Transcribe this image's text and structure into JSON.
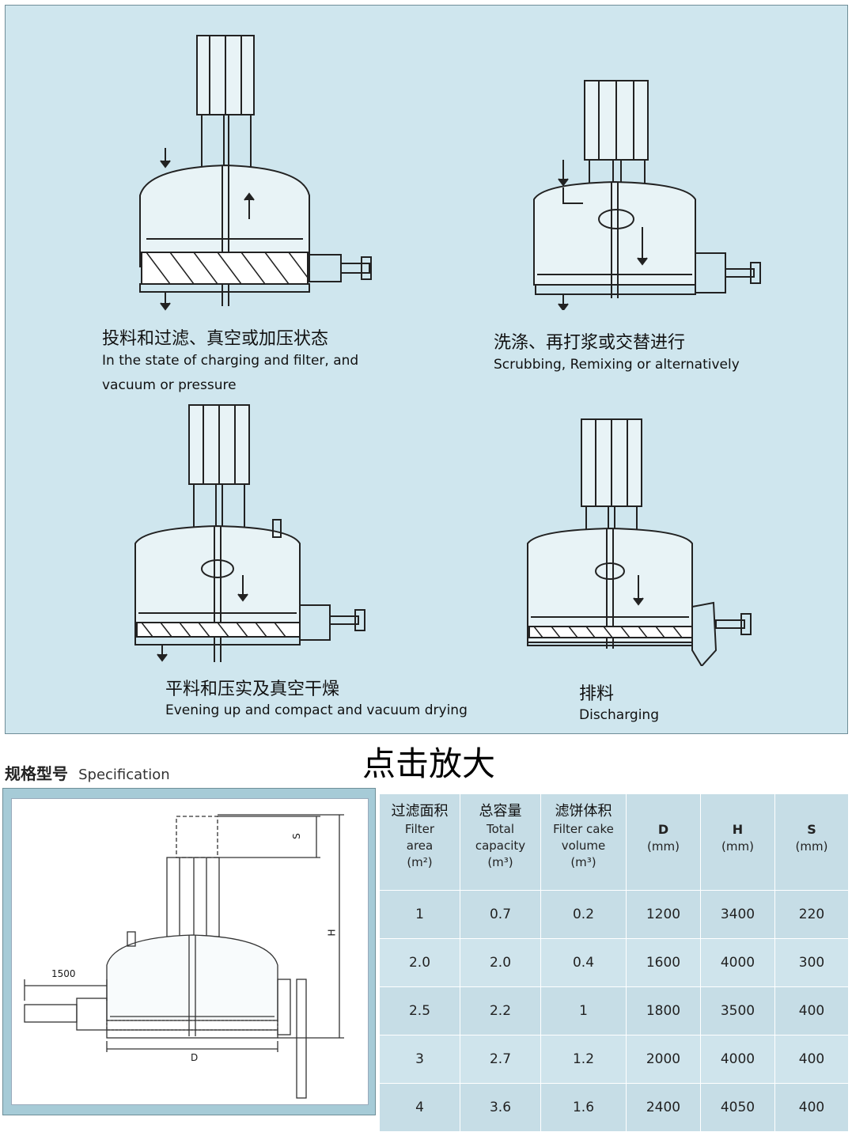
{
  "stages": [
    {
      "zh": "投料和过滤、真空或加压状态",
      "en": "In the state of charging and filter, and vacuum or pressure"
    },
    {
      "zh": "洗涤、再打浆或交替进行",
      "en": "Scrubbing, Remixing or alternatively"
    },
    {
      "zh": "平料和压实及真空干燥",
      "en": "Evening up and compact and vacuum drying"
    },
    {
      "zh": "排料",
      "en": "Discharging"
    }
  ],
  "zoom_label": "点击放大",
  "spec": {
    "title_zh": "规格型号",
    "title_en": "Specification",
    "drawing_labels": {
      "offset": "1500",
      "diameter": "D",
      "height": "H",
      "stroke": "S"
    },
    "columns": [
      {
        "zh": "过滤面积",
        "en": [
          "Filter",
          "area"
        ],
        "unit": "(m²)"
      },
      {
        "zh": "总容量",
        "en": [
          "Total",
          "capacity"
        ],
        "unit": "(m³)"
      },
      {
        "zh": "滤饼体积",
        "en": [
          "Filter cake",
          "volume"
        ],
        "unit": "(m³)"
      },
      {
        "sym": "D",
        "unit": "(mm)"
      },
      {
        "sym": "H",
        "unit": "(mm)"
      },
      {
        "sym": "S",
        "unit": "(mm)"
      }
    ],
    "rows": [
      [
        "1",
        "0.7",
        "0.2",
        "1200",
        "3400",
        "220"
      ],
      [
        "2.0",
        "2.0",
        "0.4",
        "1600",
        "4000",
        "300"
      ],
      [
        "2.5",
        "2.2",
        "1",
        "1800",
        "3500",
        "400"
      ],
      [
        "3",
        "2.7",
        "1.2",
        "2000",
        "4000",
        "400"
      ],
      [
        "4",
        "3.6",
        "1.6",
        "2400",
        "4050",
        "400"
      ]
    ]
  }
}
